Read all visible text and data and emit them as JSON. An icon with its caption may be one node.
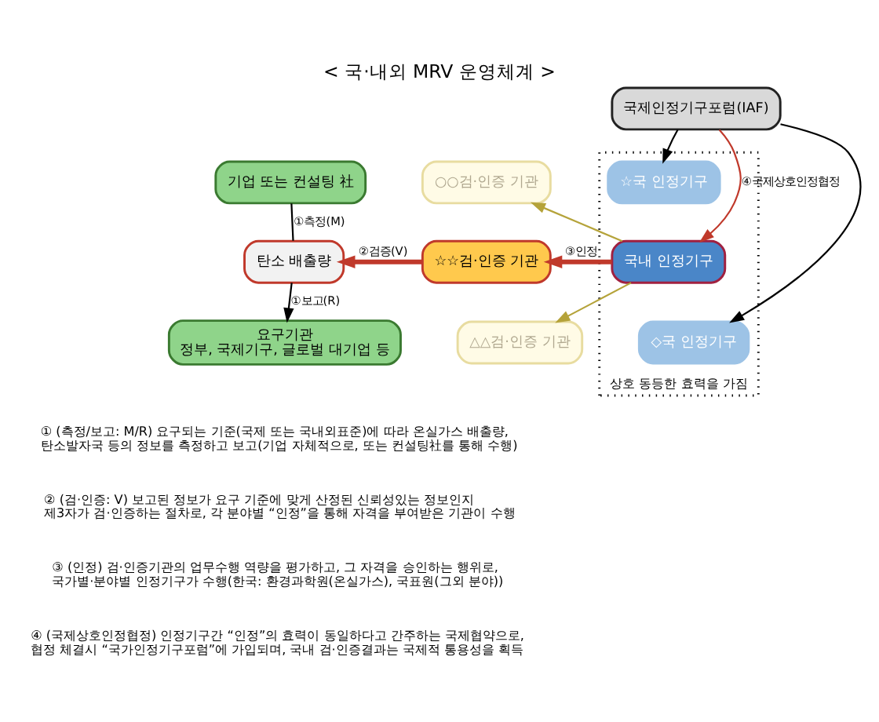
{
  "diagram": {
    "title": "< 국·내외 MRV 운영체계 >",
    "nodes": [
      {
        "text": [
          "기업 또는 컨설팅 社"
        ]
      },
      {
        "text": [
          "탄소 배출량"
        ]
      },
      {
        "text": [
          "요구기관",
          "정부, 국제기구, 글로벌 대기업 등"
        ]
      },
      {
        "text": [
          "○○검·인증 기관"
        ]
      },
      {
        "text": [
          "☆☆검·인증 기관"
        ]
      },
      {
        "text": [
          "△△검·인증 기관"
        ]
      },
      {
        "text": [
          "국제인정기구포럼(IAF)"
        ]
      },
      {
        "text": [],
        "shape": "box",
        "beside": [
          "상호 동등한 효력을 가짐"
        ]
      },
      {
        "text": [
          "☆국 인정기구"
        ],
        "in": 7
      },
      {
        "text": [
          "국내 인정기구"
        ],
        "in": 7
      },
      {
        "text": [
          "◇국 인정기구"
        ],
        "in": 7
      }
    ],
    "edges": [
      {
        "from": 0,
        "to": 1,
        "arrow": "none",
        "label": "①측정(M)"
      },
      {
        "from": 1,
        "to": 2,
        "arrow": "to",
        "label": "①보고(R)"
      },
      {
        "from": 4,
        "to": 1,
        "arrow": "to",
        "label": "②검증(V)",
        "color": "#c0392b",
        "style": "thick"
      },
      {
        "from": 9,
        "to": 4,
        "arrow": "to",
        "label": "③인정",
        "color": "#c0392b",
        "style": "thick"
      },
      {
        "from": 9,
        "to": 3,
        "arrow": "to",
        "color": "#b5a33a"
      },
      {
        "from": 9,
        "to": 5,
        "arrow": "to",
        "color": "#b5a33a"
      },
      {
        "from": 6,
        "to": 8,
        "arrow": "to"
      },
      {
        "from": 6,
        "to": 9,
        "arrow": "to",
        "label": "④국제상호인정협정",
        "color": "#c0392b"
      },
      {
        "from": 6,
        "to": 10,
        "arrow": "to"
      }
    ],
    "labels": [
      "① (측정/보고: M/R) 요구되는 기준(국제 또는 국내외표준)에 따라 온실가스 배출량, 탄소발자국 등의 정보를 측정하고 보고(기업 자체적으로, 또는 컨설팅社를 통해 수행)",
      "② (검·인증: V) 보고된 정보가 요구 기준에 맞게 산정된 신뢰성있는 정보인지 제3자가 검·인증하는 절차로, 각 분야별 “인정”을 통해 자격을 부여받은 기관이 수행",
      "③ (인정) 검·인증기관의 업무수행 역량을 평가하고, 그 자격을 승인하는 행위로, 국가별·분야별 인정기구가 수행(한국: 환경과학원(온실가스), 국표원(그외 분야))",
      "④ (국제상호인정협정) 인정기구간 “인정”의 효력이 동일하다고 간주하는 국제협약으로, 협정 체결시 “국가인정기구포럼”에 가입되며, 국내 검·인증결과는 국제적 통용성을 획득"
    ]
  }
}
